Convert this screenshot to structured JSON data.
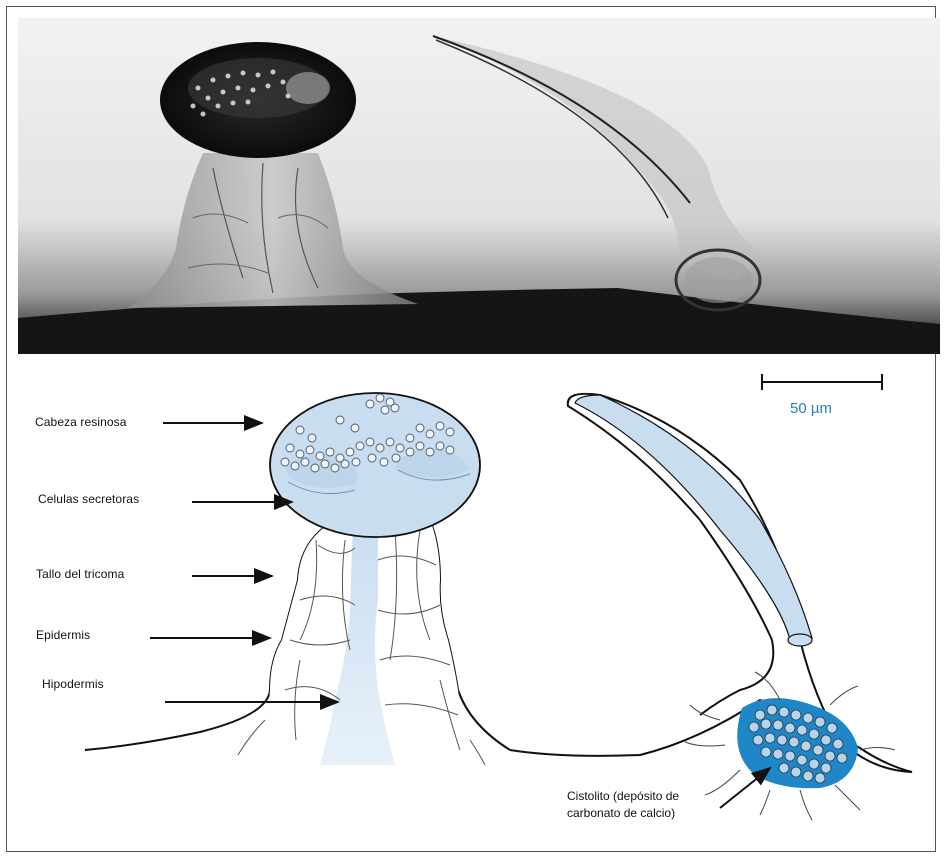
{
  "labels": {
    "cabeza": "Cabeza resinosa",
    "celulas": "Celulas secretoras",
    "tallo": "Tallo del tricoma",
    "epidermis": "Epidermis",
    "hipodermis": "Hipodermis",
    "cistolito_line1": "Cistolito (depósito de",
    "cistolito_line2": "carbonato de calcio)"
  },
  "scale_bar": {
    "label": "50 µm"
  },
  "colors": {
    "fill_light_blue": "#c9ddf0",
    "cystolith_blue": "#1f86c7",
    "outline": "#111111"
  }
}
